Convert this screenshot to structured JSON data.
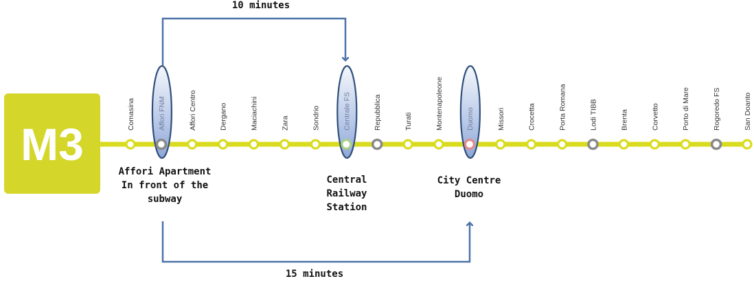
{
  "line": {
    "name": "M3",
    "color": "#d9dc1e",
    "logo_bg": "#d4d62a"
  },
  "stations": [
    {
      "name": "Comasina",
      "type": "normal"
    },
    {
      "name": "Affori FNM",
      "type": "interchange"
    },
    {
      "name": "Affori Centro",
      "type": "normal"
    },
    {
      "name": "Dergano",
      "type": "normal"
    },
    {
      "name": "Maciachini",
      "type": "normal"
    },
    {
      "name": "Zara",
      "type": "normal"
    },
    {
      "name": "Sondrio",
      "type": "normal"
    },
    {
      "name": "Centrale FS",
      "type": "green"
    },
    {
      "name": "Repubblica",
      "type": "interchange"
    },
    {
      "name": "Turati",
      "type": "normal"
    },
    {
      "name": "Montenapoleone",
      "type": "normal"
    },
    {
      "name": "Duomo",
      "type": "red"
    },
    {
      "name": "Missori",
      "type": "normal"
    },
    {
      "name": "Crocetta",
      "type": "normal"
    },
    {
      "name": "Porta Romana",
      "type": "normal"
    },
    {
      "name": "Lodi TIBB",
      "type": "interchange"
    },
    {
      "name": "Brenta",
      "type": "normal"
    },
    {
      "name": "Corvetto",
      "type": "normal"
    },
    {
      "name": "Porto di Mare",
      "type": "normal"
    },
    {
      "name": "Rogoredo FS",
      "type": "interchange"
    },
    {
      "name": "San Doanto",
      "type": "normal"
    }
  ],
  "highlighted_stations": [
    "Affori FNM",
    "Centrale FS",
    "Duomo"
  ],
  "colors": {
    "interchange": "#8a8a8a",
    "green": "#a9d08a",
    "red": "#e38b8b",
    "normal_fill": "#ffffff",
    "arrow": "#4a72a8"
  },
  "annotations": {
    "affori": [
      "Affori Apartment",
      "In front of the",
      "subway"
    ],
    "central": [
      "Central",
      "Railway",
      "Station"
    ],
    "duomo": [
      "City Centre",
      "Duomo"
    ]
  },
  "routes": {
    "top_time": "10 minutes",
    "bottom_time": "15 minutes"
  }
}
